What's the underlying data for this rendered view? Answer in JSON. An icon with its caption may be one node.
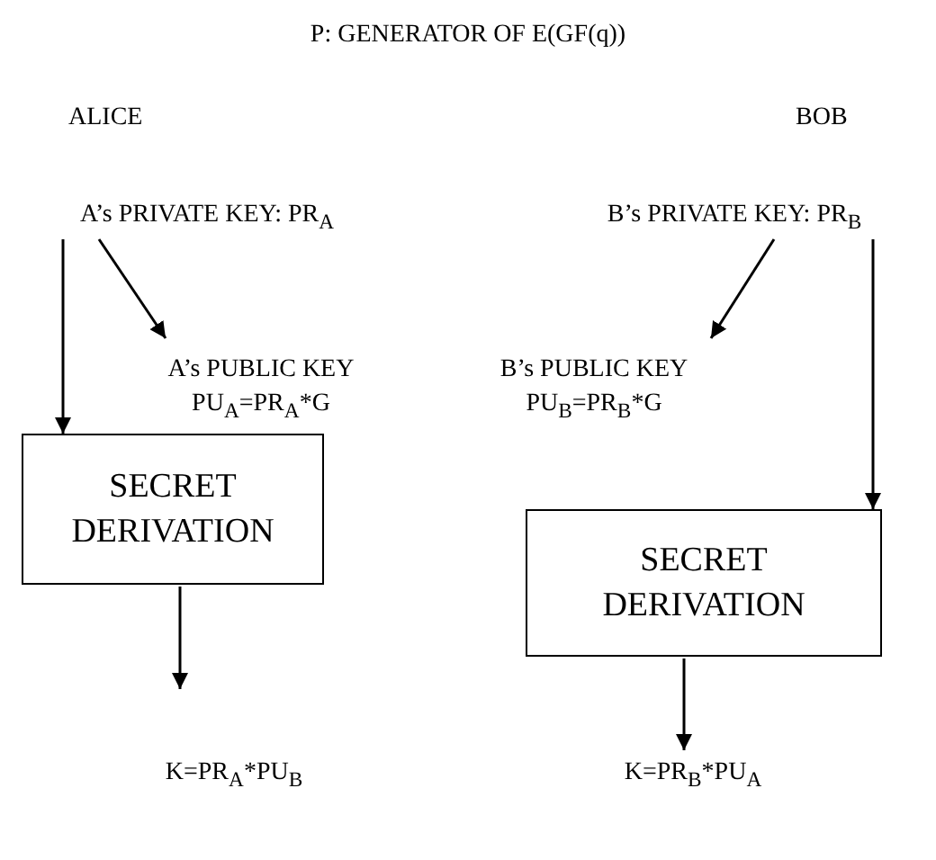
{
  "diagram": {
    "title": "P: GENERATOR OF E(GF(q))",
    "nodes": [
      {
        "text": [
          "A’s PRIVATE KEY: PR$_{A}$"
        ]
      },
      {
        "text": [
          "B’s PRIVATE KEY: PR$_{B}$"
        ]
      },
      {
        "text": [
          "A’s PUBLIC KEY",
          "PU$_{A}$=PR$_{A}$*G"
        ]
      },
      {
        "text": [
          "B’s PUBLIC KEY",
          "PU$_{B}$=PR$_{B}$*G"
        ]
      },
      {
        "text": [
          "SECRET DERIVATION"
        ]
      },
      {
        "text": [
          "SECRET DERIVATION"
        ]
      },
      {
        "text": [
          "K=PR$_{A}$*PU$_{B}$"
        ]
      },
      {
        "text": [
          "K=PR$_{B}$*PU$_{A}$"
        ]
      }
    ],
    "edges": [
      {
        "from": 0,
        "to": 2,
        "arrow": "to"
      },
      {
        "from": 0,
        "to": 4,
        "arrow": "to"
      },
      {
        "from": 1,
        "to": 3,
        "arrow": "to"
      },
      {
        "from": 1,
        "to": 5,
        "arrow": "to"
      },
      {
        "from": 4,
        "to": 6,
        "arrow": "to"
      },
      {
        "from": 5,
        "to": 7,
        "arrow": "to"
      }
    ],
    "labels": [
      "ALICE",
      "BOB"
    ]
  }
}
